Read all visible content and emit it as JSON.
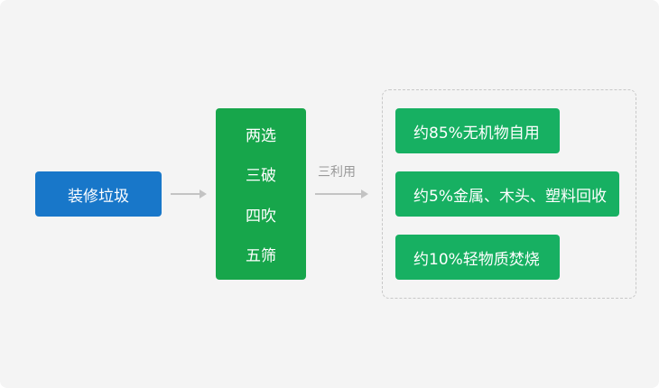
{
  "source": {
    "label": "装修垃圾"
  },
  "process": {
    "steps": [
      "两选",
      "三破",
      "四吹",
      "五筛"
    ]
  },
  "connector": {
    "label": "三利用"
  },
  "outcomes": [
    {
      "label": "约85%无机物自用"
    },
    {
      "label": "约5%金属、木头、塑料回收"
    },
    {
      "label": "约10%轻物质焚烧"
    }
  ],
  "colors": {
    "source": "#1877c9",
    "process": "#17a64b",
    "outcome": "#17b062",
    "arrow": "#c3c3c3",
    "background": "#f4f4f4"
  }
}
